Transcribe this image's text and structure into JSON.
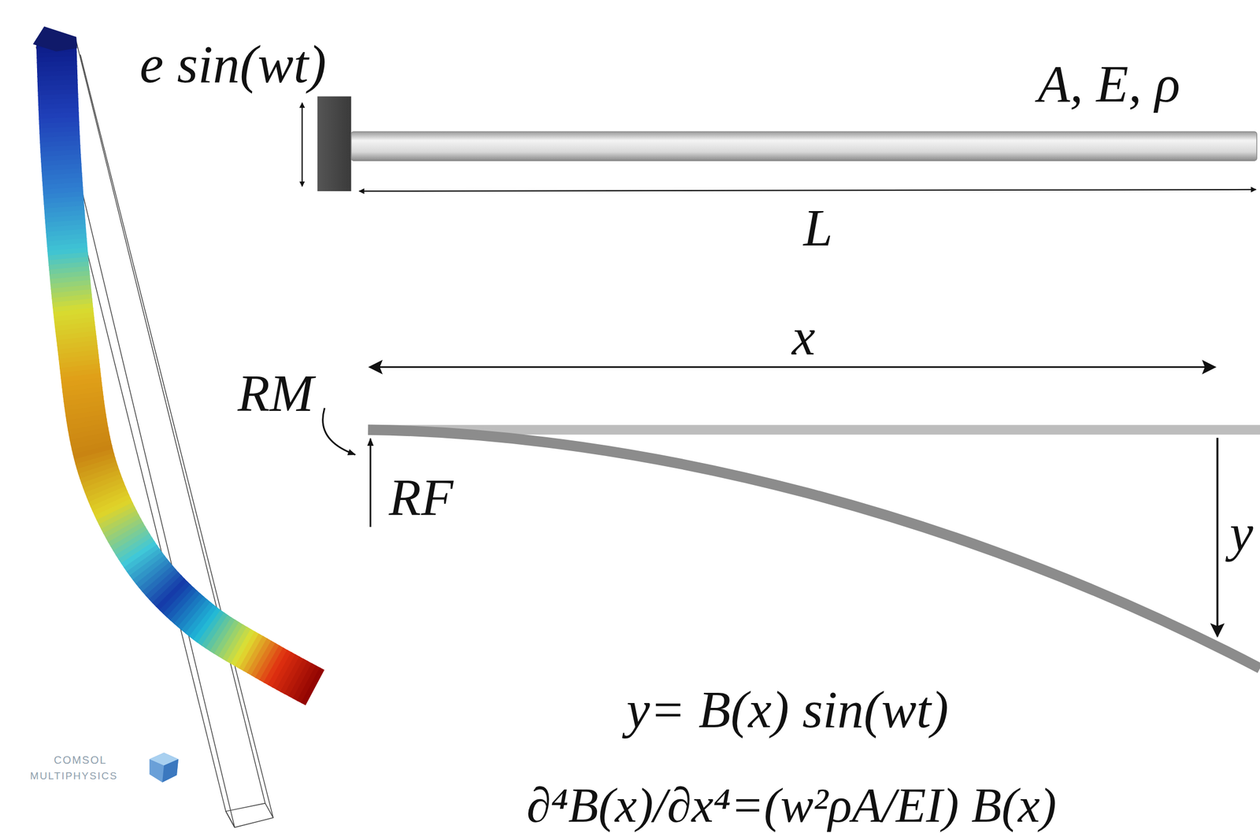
{
  "diagram": {
    "labels": [
      "e sin(wt)",
      "A, E, ρ",
      "L",
      "x",
      "RM",
      "RF",
      "y",
      "y= B(x) sin(wt)",
      "∂⁴B(x)/∂x⁴=(w²ρA/EI) B(x)",
      "COMSOL",
      "MULTIPHYSICS"
    ]
  }
}
